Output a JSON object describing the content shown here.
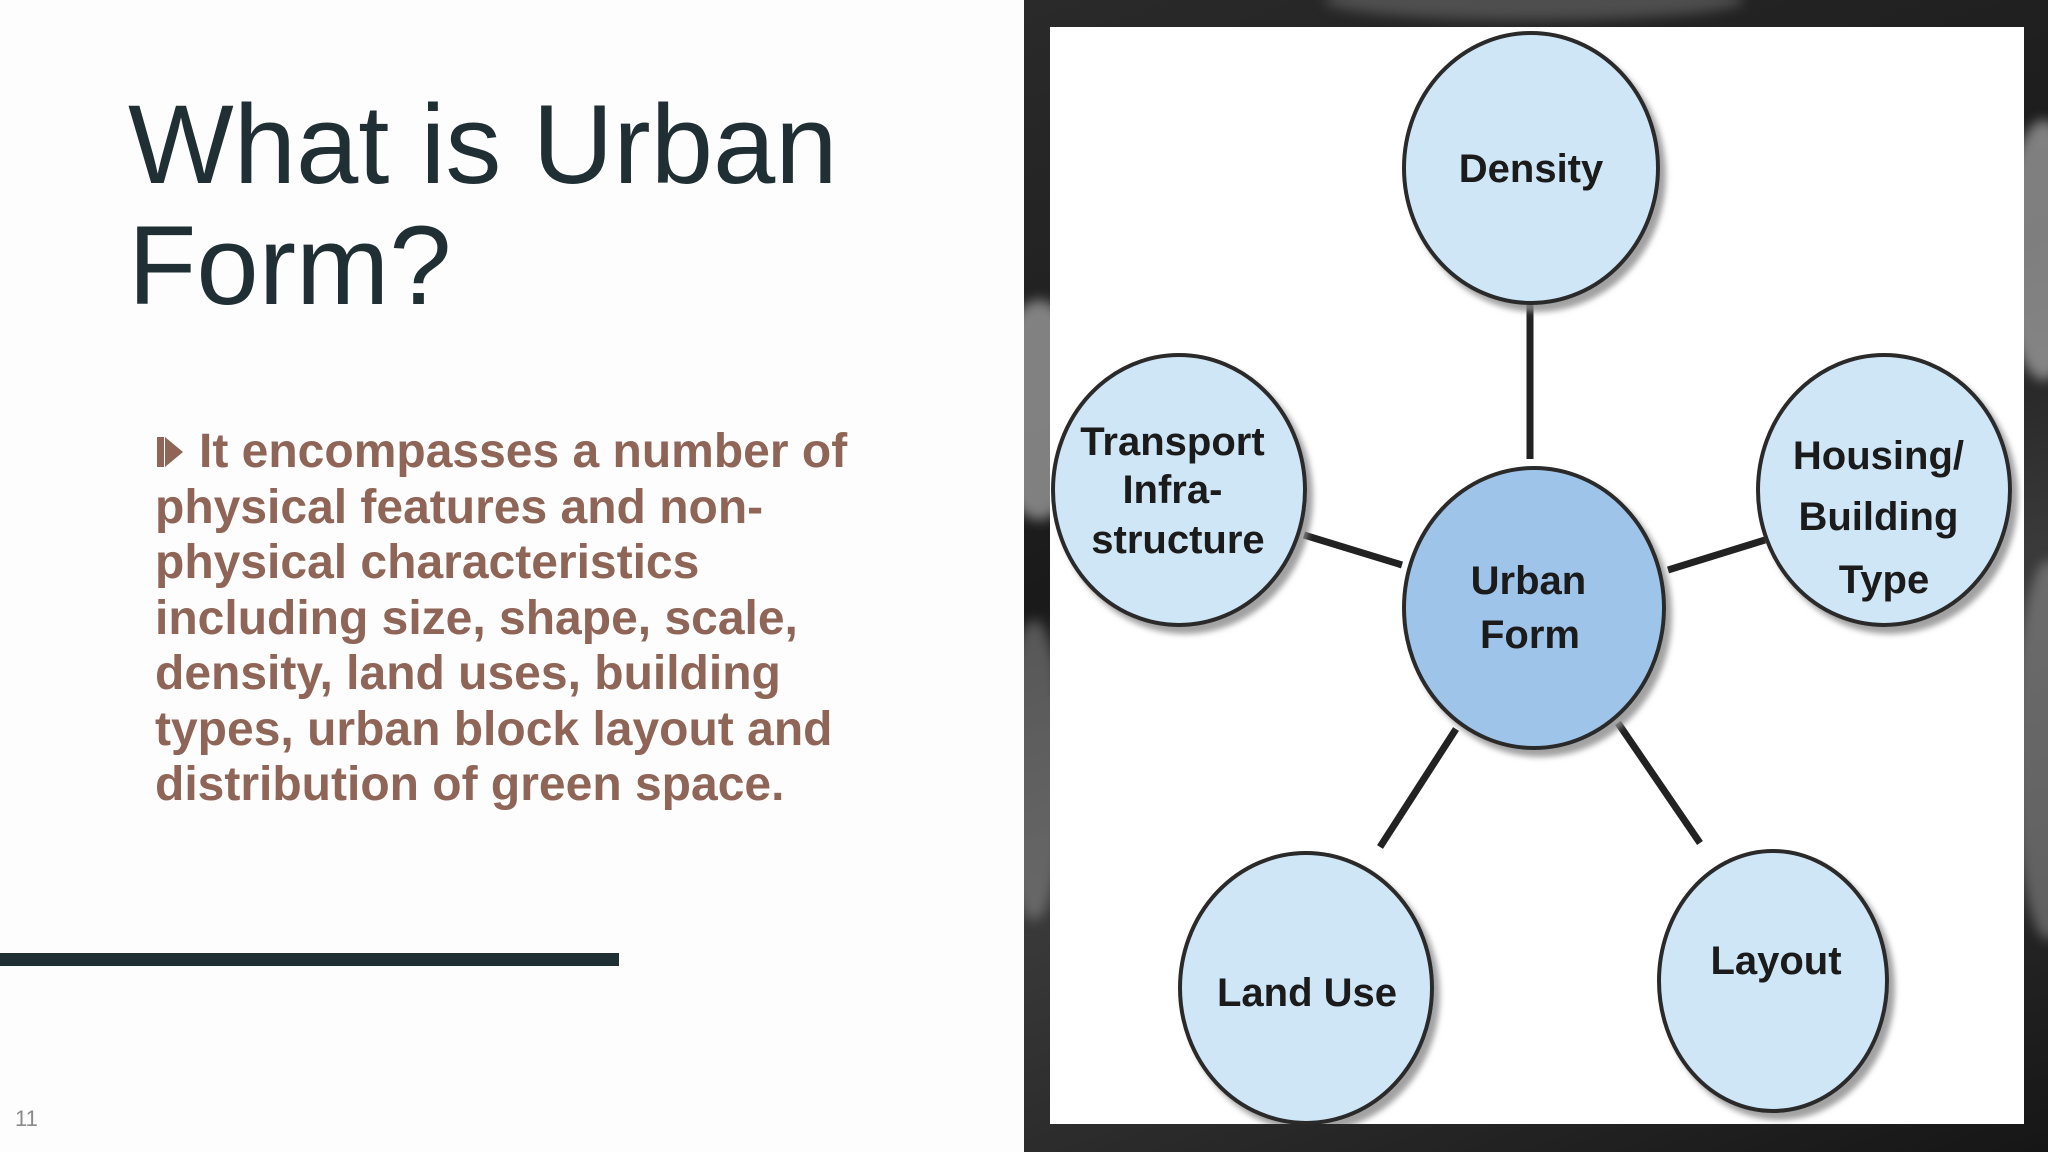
{
  "slide": {
    "title": "What is Urban Form?",
    "body": "It encompasses  a number of physical features and non-physical characteristics including size, shape, scale, density, land uses, building types, urban block layout and distribution of green space.",
    "page_number": "11"
  },
  "diagram": {
    "center": [
      "Urban",
      "Form"
    ],
    "density": [
      "Density"
    ],
    "housing": [
      "Housing/",
      "Building",
      "Type"
    ],
    "layout": [
      "Layout"
    ],
    "land_use": [
      "Land Use"
    ],
    "transport": [
      "Transport",
      "Infra-",
      "structure"
    ]
  },
  "colors": {
    "title": "#1f2f33",
    "body": "#8f6557",
    "outer_node_fill": "#cfe6f7",
    "center_node_fill": "#9ec5e9",
    "rule": "#1f2f33"
  }
}
